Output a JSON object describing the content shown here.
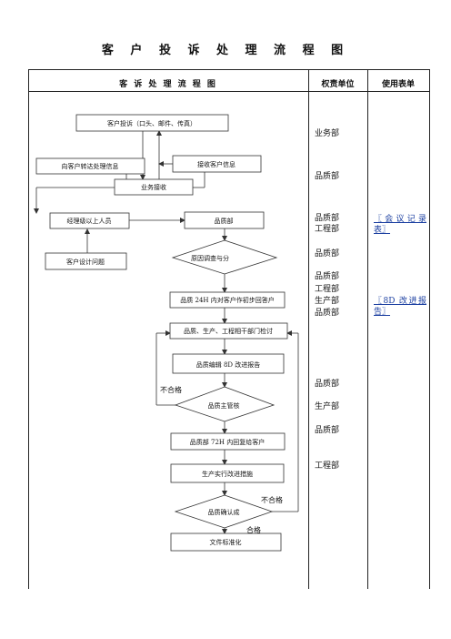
{
  "page": {
    "title": "客 户 投 诉 处 理 流 程 图"
  },
  "table": {
    "headers": {
      "flow": "客 诉 处 理 流 程 图",
      "responsible": "权责单位",
      "forms": "使用表单"
    },
    "responsible_units": [
      "业务部",
      "品质部",
      "品质部",
      "工程部",
      "品质部",
      "品质部",
      "工程部",
      "生产部",
      "品质部",
      "品质部",
      "生产部",
      "品质部",
      "工程部"
    ],
    "forms": [
      "〖会议记录表〗",
      "〖8D 改进报告〗"
    ]
  },
  "flow": {
    "complaint": "客户投诉（口头、邮件、传真）",
    "forward_info": "向客户转达处理信息",
    "receive_info": "接收客户信息",
    "business_receive": "业务接收",
    "manager": "经理级以上人员",
    "quality_dept": "品质部",
    "design_issue": "客户设计问题",
    "analysis": "原因调查与分",
    "reply_24h": "品质 24H 内对客户作初步回答户",
    "joint_review": "品质、生产、工程相干部门检讨",
    "edit_8d": "品质编辑 8D 改进报告",
    "supervisor_review": "品质主管核",
    "reject_1": "不合格",
    "reply_72h": "品质部 72H 内回复给客户",
    "implement": "生产实行改进措施",
    "confirm": "品质确认成",
    "reject_2": "不合格",
    "pass": "合格",
    "standardize": "文件标准化"
  }
}
